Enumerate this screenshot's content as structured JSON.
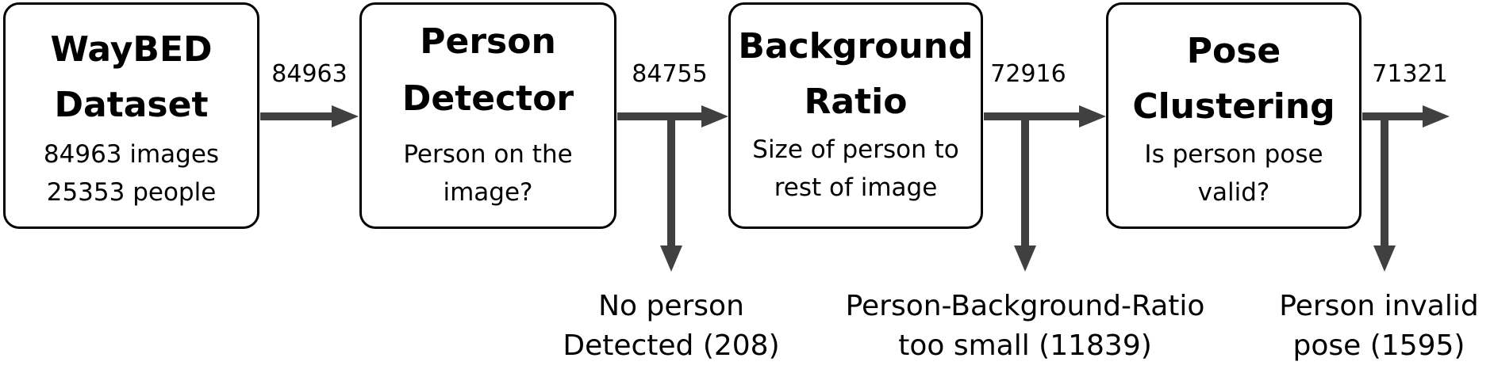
{
  "colors": {
    "arrow": "#404040",
    "box_border": "#000000",
    "text": "#000000"
  },
  "stages": [
    {
      "title_line1": "WayBED",
      "title_line2": "Dataset",
      "desc_line1": "84963 images",
      "desc_line2": "25353 people"
    },
    {
      "title_line1": "Person",
      "title_line2": "Detector",
      "desc_line1": "Person on the",
      "desc_line2": "image?"
    },
    {
      "title_line1": "Background",
      "title_line2": "Ratio",
      "desc_line1": "Size of person to",
      "desc_line2": "rest of image"
    },
    {
      "title_line1": "Pose",
      "title_line2": "Clustering",
      "desc_line1": "Is person pose",
      "desc_line2": "valid?"
    }
  ],
  "counts": [
    "84963",
    "84755",
    "72916",
    "71321"
  ],
  "rejections": [
    {
      "line1": "No person",
      "line2": "Detected (208)"
    },
    {
      "line1": "Person-Background-Ratio",
      "line2": "too small (11839)"
    },
    {
      "line1": "Person invalid",
      "line2": "pose (1595)"
    }
  ]
}
